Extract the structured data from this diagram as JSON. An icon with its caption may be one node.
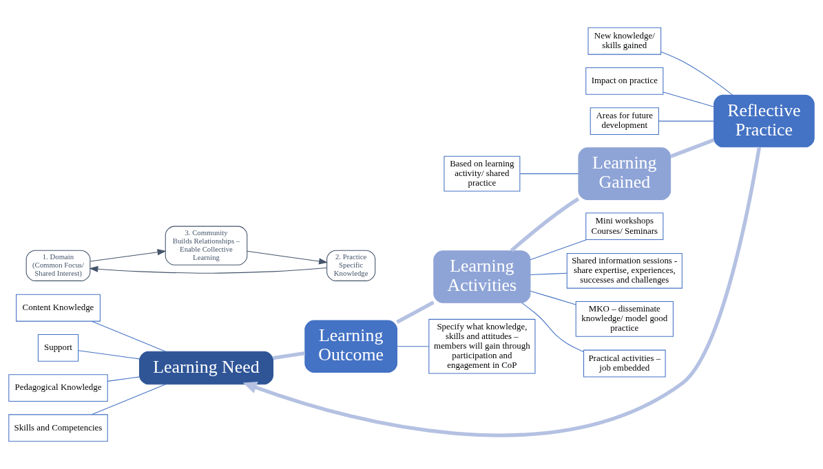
{
  "diagram": {
    "nodes": [
      {
        "text": [
          "Learning Need"
        ]
      },
      {
        "text": [
          "Learning Outcome"
        ]
      },
      {
        "text": [
          "Learning Activities"
        ]
      },
      {
        "text": [
          "Learning Gained"
        ]
      },
      {
        "text": [
          "Reflective Practice"
        ]
      },
      {
        "text": [
          "1. Domain",
          "(Common Focus/ Shared Interest)"
        ]
      },
      {
        "text": [
          "3. Community",
          "Builds Relationships – Enable Collective Learning"
        ]
      },
      {
        "text": [
          "2. Practice",
          "Specific Knowledge"
        ]
      },
      {
        "text": [
          "Content Knowledge"
        ]
      },
      {
        "text": [
          "Support"
        ]
      },
      {
        "text": [
          "Pedagogical Knowledge"
        ]
      },
      {
        "text": [
          "Skills and Competencies"
        ]
      },
      {
        "text": [
          "New knowledge/ skills gained"
        ]
      },
      {
        "text": [
          "Impact on practice"
        ]
      },
      {
        "text": [
          "Areas for future development"
        ]
      },
      {
        "text": [
          "Specify what knowledge, skills and attitudes – members will gain through participation and engagement in CoP"
        ]
      },
      {
        "text": [
          "Based on learning activity/ shared practice"
        ]
      },
      {
        "text": [
          "Mini workshops Courses/ Seminars"
        ]
      },
      {
        "text": [
          "Shared information sessions - share expertise, experiences, successes and challenges"
        ]
      },
      {
        "text": [
          "MKO – disseminate knowledge/ model good practice"
        ]
      },
      {
        "text": [
          "Practical activities – job embedded"
        ]
      }
    ],
    "edges": [
      {
        "from": 0,
        "to": 1,
        "arrow": "none",
        "style": "thick",
        "color": "#b4c1e2"
      },
      {
        "from": 1,
        "to": 2,
        "arrow": "none",
        "style": "thick",
        "color": "#b4c1e2"
      },
      {
        "from": 2,
        "to": 3,
        "arrow": "none",
        "style": "thick",
        "color": "#b4c1e2"
      },
      {
        "from": 3,
        "to": 4,
        "arrow": "none",
        "style": "thick",
        "color": "#b4c1e2"
      },
      {
        "from": 4,
        "to": 0,
        "arrow": "to",
        "style": "thick",
        "color": "#b4c1e2"
      },
      {
        "from": 5,
        "to": 6,
        "arrow": "to",
        "color": "#44546a"
      },
      {
        "from": 6,
        "to": 7,
        "arrow": "to",
        "color": "#44546a"
      },
      {
        "from": 7,
        "to": 5,
        "arrow": "to",
        "color": "#44546a"
      },
      {
        "from": 8,
        "to": 0,
        "arrow": "none"
      },
      {
        "from": 9,
        "to": 0,
        "arrow": "none"
      },
      {
        "from": 10,
        "to": 0,
        "arrow": "none"
      },
      {
        "from": 11,
        "to": 0,
        "arrow": "none"
      },
      {
        "from": 12,
        "to": 4,
        "arrow": "none"
      },
      {
        "from": 13,
        "to": 4,
        "arrow": "none"
      },
      {
        "from": 14,
        "to": 4,
        "arrow": "none"
      },
      {
        "from": 1,
        "to": 15,
        "arrow": "none"
      },
      {
        "from": 16,
        "to": 3,
        "arrow": "none"
      },
      {
        "from": 2,
        "to": 17,
        "arrow": "none"
      },
      {
        "from": 2,
        "to": 18,
        "arrow": "none"
      },
      {
        "from": 2,
        "to": 19,
        "arrow": "none"
      },
      {
        "from": 2,
        "to": 20,
        "arrow": "none"
      }
    ]
  }
}
